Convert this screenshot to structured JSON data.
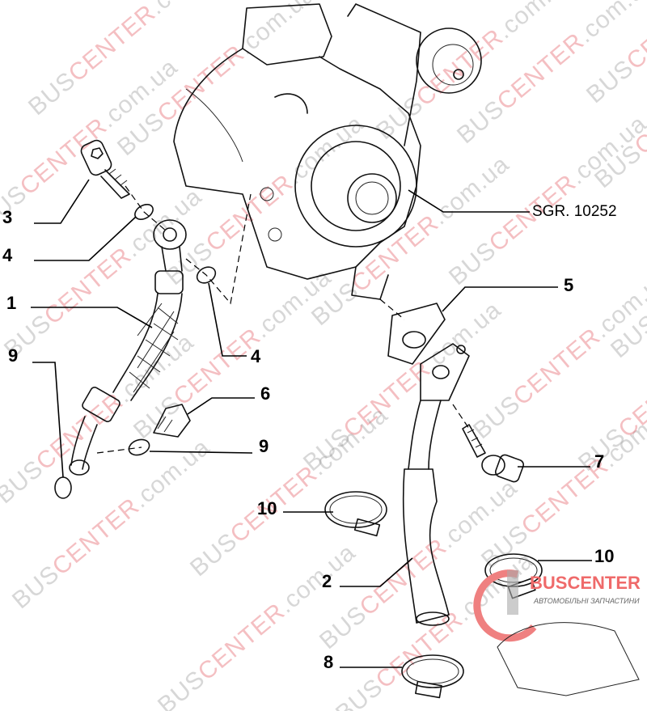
{
  "watermark": {
    "part1": "BUS",
    "part2": "CENTER",
    "part3": ".com.ua"
  },
  "reference": "SGR. 10252",
  "labels": {
    "l3": "3",
    "l4a": "4",
    "l1": "1",
    "l9a": "9",
    "l4b": "4",
    "l6": "6",
    "l9b": "9",
    "l10a": "10",
    "l2": "2",
    "l8": "8",
    "l5": "5",
    "l7": "7",
    "l10b": "10"
  },
  "logo": {
    "name": "BUSCENTER",
    "tagline": "АВТОМОБІЛЬНІ ЗАПЧАСТИНИ"
  },
  "colors": {
    "watermark_red": "#e0404a",
    "watermark_gray": "#888888"
  }
}
